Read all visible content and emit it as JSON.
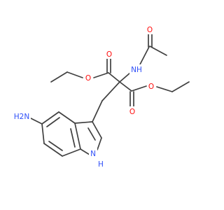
{
  "molecule": {
    "atom_color_O": "#ff0d0d",
    "atom_color_N": "#3050f8",
    "atom_color_C": "#404040",
    "labels": {
      "amide_nh": "NH",
      "amide_o": "O",
      "ester1_o_carbonyl": "O",
      "ester1_o_alkoxy": "O",
      "ester2_o_carbonyl": "O",
      "ester2_o_alkoxy": "O",
      "amine_h2n": "H2N",
      "indole_n": "N",
      "indole_h": "H"
    }
  }
}
